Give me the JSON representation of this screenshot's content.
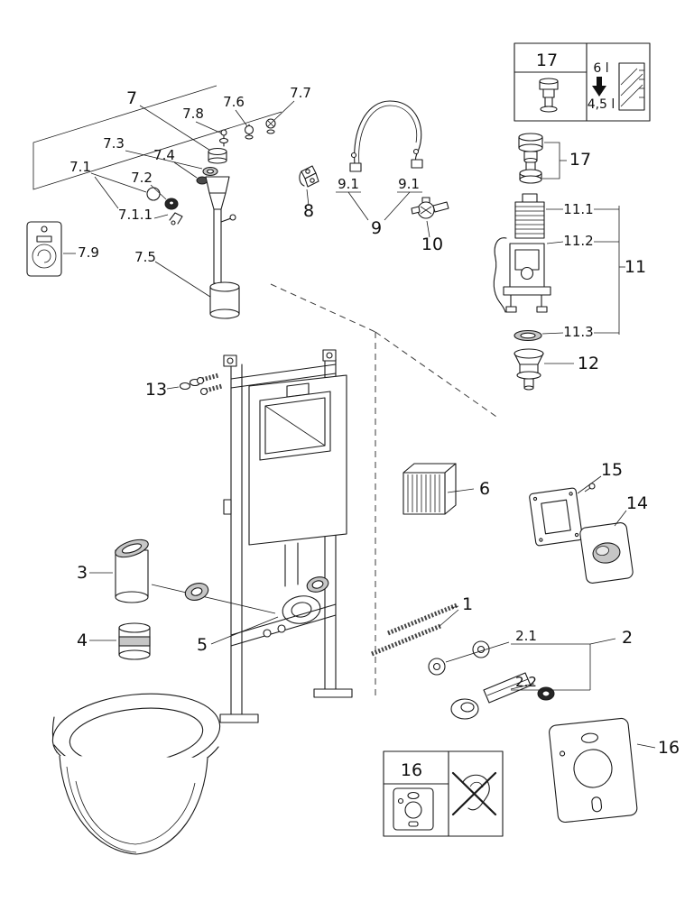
{
  "legend_box": {
    "part": "17",
    "full_flush": "6 l",
    "reduced_flush": "4,5 l"
  },
  "parts": {
    "1": "1",
    "2": "2",
    "2_1": "2.1",
    "2_2": "2.2",
    "3": "3",
    "4": "4",
    "5": "5",
    "6": "6",
    "7": "7",
    "7_1": "7.1",
    "7_1_1": "7.1.1",
    "7_2": "7.2",
    "7_3": "7.3",
    "7_4": "7.4",
    "7_5": "7.5",
    "7_6": "7.6",
    "7_7": "7.7",
    "7_8": "7.8",
    "7_9": "7.9",
    "8": "8",
    "9": "9",
    "9_1": "9.1",
    "10": "10",
    "11": "11",
    "11_1": "11.1",
    "11_2": "11.2",
    "11_3": "11.3",
    "12": "12",
    "13": "13",
    "14": "14",
    "15": "15",
    "16": "16",
    "16_box": "16",
    "17": "17"
  }
}
